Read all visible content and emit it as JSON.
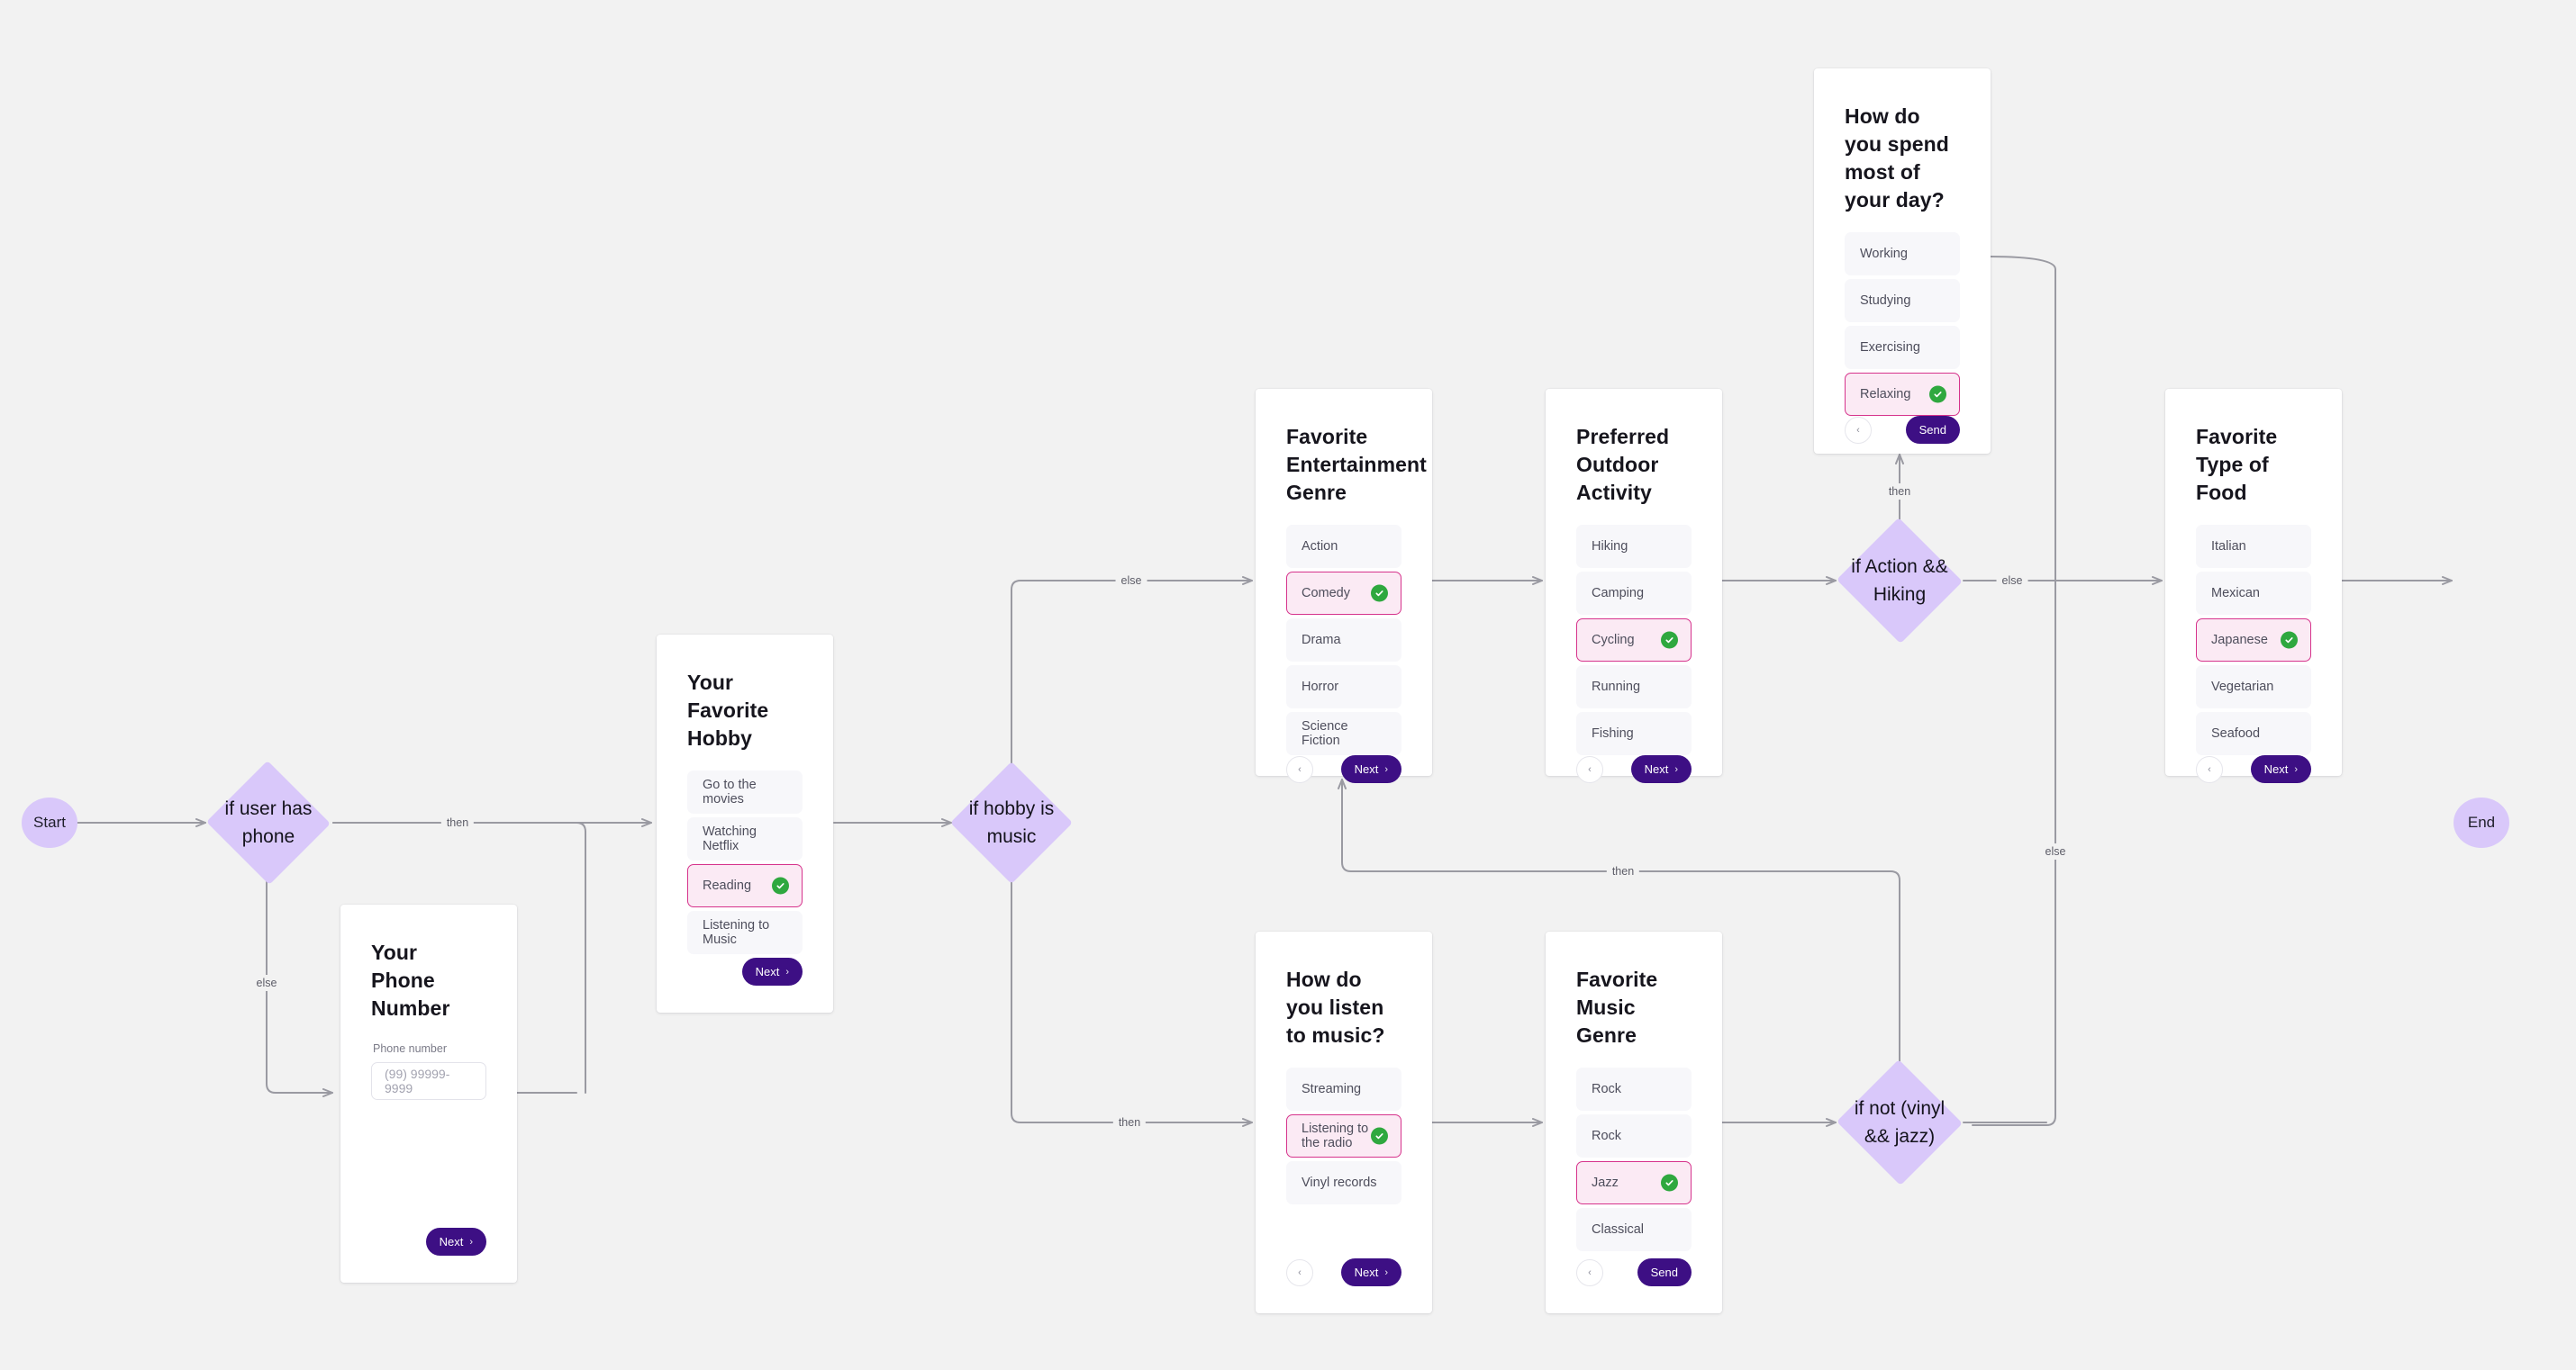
{
  "canvas": {
    "background": "#f2f2f2",
    "accent_purple": "#3d0f84",
    "node_fill": "#d9c8fa",
    "selected_border": "#d6338c",
    "selected_fill": "#fbeaf4",
    "check_green": "#2fa83f",
    "edge_color": "#9a9aa2"
  },
  "terminals": [
    {
      "id": "start",
      "label": "Start"
    },
    {
      "id": "end",
      "label": "End"
    }
  ],
  "decisions": [
    {
      "id": "d-has-phone",
      "label": "if user has phone"
    },
    {
      "id": "d-hobby-music",
      "label": "if hobby is music"
    },
    {
      "id": "d-action-hiking",
      "label": "if Action && Hiking"
    },
    {
      "id": "d-not-vinyl-jazz",
      "label": "if not (vinyl && jazz)"
    }
  ],
  "edge_labels": [
    {
      "id": "e1",
      "text": "then"
    },
    {
      "id": "e2",
      "text": "else"
    },
    {
      "id": "e3",
      "text": "else"
    },
    {
      "id": "e4",
      "text": "then"
    },
    {
      "id": "e5",
      "text": "then"
    },
    {
      "id": "e6",
      "text": "else"
    },
    {
      "id": "e7",
      "text": "then"
    },
    {
      "id": "e8",
      "text": "else"
    }
  ],
  "buttons": {
    "next_label": "Next",
    "next_chevron": "›",
    "send_label": "Send",
    "back_chevron": "‹"
  },
  "cards": [
    {
      "id": "card-hobby",
      "title": "Your Favorite Hobby",
      "has_back": false,
      "footer_action": "Next",
      "options": [
        {
          "label": "Go to the movies",
          "selected": false
        },
        {
          "label": "Watching Netflix",
          "selected": false
        },
        {
          "label": "Reading",
          "selected": true
        },
        {
          "label": "Listening to Music",
          "selected": false
        }
      ]
    },
    {
      "id": "card-phone",
      "title": "Your Phone Number",
      "has_back": false,
      "footer_action": "Next",
      "field": {
        "label": "Phone number",
        "placeholder": "(99) 99999-9999",
        "value": ""
      },
      "options": []
    },
    {
      "id": "card-entertainment",
      "title": "Favorite Entertainment Genre",
      "has_back": true,
      "footer_action": "Next",
      "options": [
        {
          "label": "Action",
          "selected": false
        },
        {
          "label": "Comedy",
          "selected": true
        },
        {
          "label": "Drama",
          "selected": false
        },
        {
          "label": "Horror",
          "selected": false
        },
        {
          "label": "Science Fiction",
          "selected": false
        }
      ]
    },
    {
      "id": "card-outdoor",
      "title": "Preferred Outdoor Activity",
      "has_back": true,
      "footer_action": "Next",
      "options": [
        {
          "label": "Hiking",
          "selected": false
        },
        {
          "label": "Camping",
          "selected": false
        },
        {
          "label": "Cycling",
          "selected": true
        },
        {
          "label": "Running",
          "selected": false
        },
        {
          "label": "Fishing",
          "selected": false
        }
      ]
    },
    {
      "id": "card-day",
      "title": "How do you spend most of your day?",
      "has_back": true,
      "footer_action": "Send",
      "options": [
        {
          "label": "Working",
          "selected": false
        },
        {
          "label": "Studying",
          "selected": false
        },
        {
          "label": "Exercising",
          "selected": false
        },
        {
          "label": "Relaxing",
          "selected": true
        }
      ]
    },
    {
      "id": "card-food",
      "title": "Favorite Type of Food",
      "has_back": true,
      "footer_action": "Next",
      "options": [
        {
          "label": "Italian",
          "selected": false
        },
        {
          "label": "Mexican",
          "selected": false
        },
        {
          "label": "Japanese",
          "selected": true
        },
        {
          "label": "Vegetarian",
          "selected": false
        },
        {
          "label": "Seafood",
          "selected": false
        }
      ]
    },
    {
      "id": "card-listen",
      "title": "How do you listen to music?",
      "has_back": true,
      "footer_action": "Next",
      "options": [
        {
          "label": "Streaming",
          "selected": false
        },
        {
          "label": "Listening to the radio",
          "selected": true
        },
        {
          "label": "Vinyl records",
          "selected": false
        }
      ]
    },
    {
      "id": "card-genre",
      "title": "Favorite Music Genre",
      "has_back": true,
      "footer_action": "Send",
      "options": [
        {
          "label": "Rock",
          "selected": false
        },
        {
          "label": "Rock",
          "selected": false
        },
        {
          "label": "Jazz",
          "selected": true
        },
        {
          "label": "Classical",
          "selected": false
        }
      ]
    }
  ]
}
